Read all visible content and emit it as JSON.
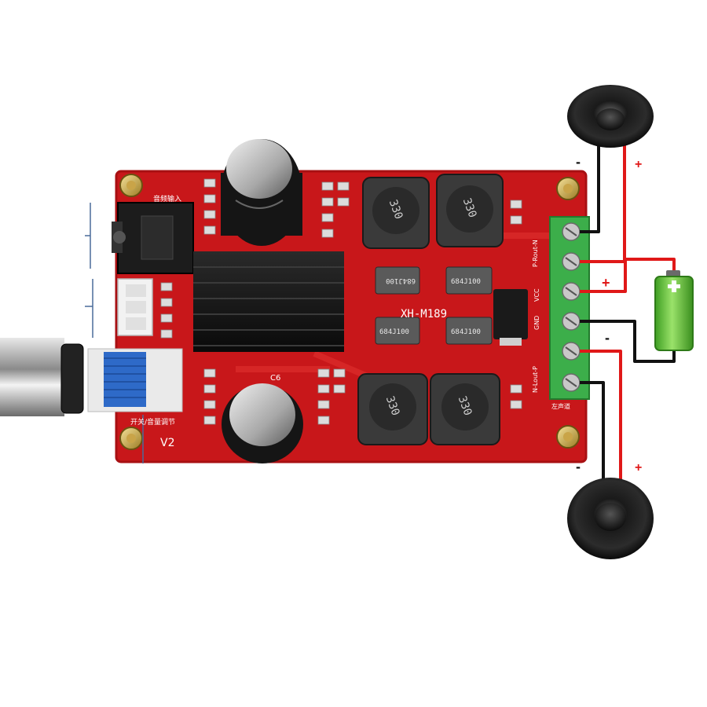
{
  "board": {
    "model": "XH-M189",
    "version": "V2",
    "input_label": "音频输入",
    "pot_label": "开关/音量调节",
    "output_label": "左声道",
    "terminal_labels": [
      "P-Rout-N",
      "VCC",
      "GND",
      "N-Lout-P"
    ],
    "inductor_labels": [
      "330",
      "330",
      "330",
      "330"
    ],
    "inductor_small_labels": [
      "684J100",
      "684J100",
      "684J100",
      "684J100"
    ],
    "cap_label": "C6"
  },
  "wiring": {
    "speaker_top_minus": "-",
    "speaker_top_plus": "+",
    "battery_plus": "+",
    "battery_minus": "-",
    "speaker_bottom_minus": "-",
    "speaker_bottom_plus": "+"
  },
  "colors": {
    "pcb": "#c8171a",
    "pcb_dark": "#a81013",
    "terminal": "#3cae4a",
    "wire_red": "#e01818",
    "wire_black": "#111111",
    "battery_green": "#5cc43a"
  }
}
